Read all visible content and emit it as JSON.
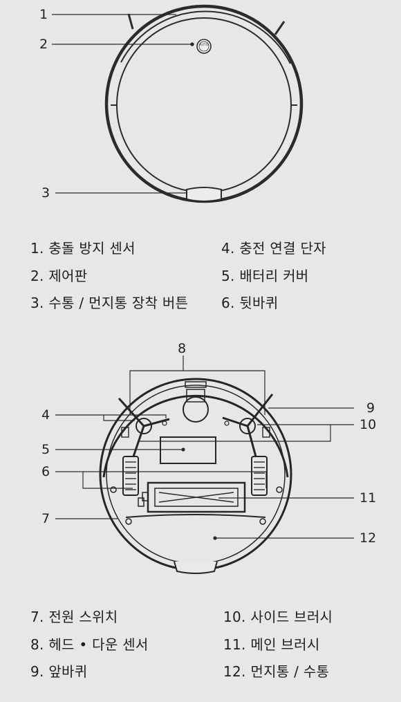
{
  "top_view": {
    "callouts": [
      "1",
      "2",
      "3"
    ],
    "button_text": "AUTO"
  },
  "bottom_view": {
    "callouts": [
      "8",
      "4",
      "5",
      "6",
      "7",
      "9",
      "10",
      "11",
      "12"
    ]
  },
  "legend_top": {
    "left": [
      "1. 충돌 방지 센서",
      "2. 제어판",
      "3. 수통 / 먼지통 장착 버튼"
    ],
    "right": [
      "4. 충전 연결 단자",
      "5. 배터리 커버",
      "6. 뒷바퀴"
    ]
  },
  "legend_bottom": {
    "left": [
      "7. 전원 스위치",
      "8. 헤드 • 다운 센서",
      "9. 앞바퀴"
    ],
    "right": [
      "10. 사이드 브러시",
      "11. 메인 브러시",
      "12. 먼지통 / 수통"
    ]
  }
}
